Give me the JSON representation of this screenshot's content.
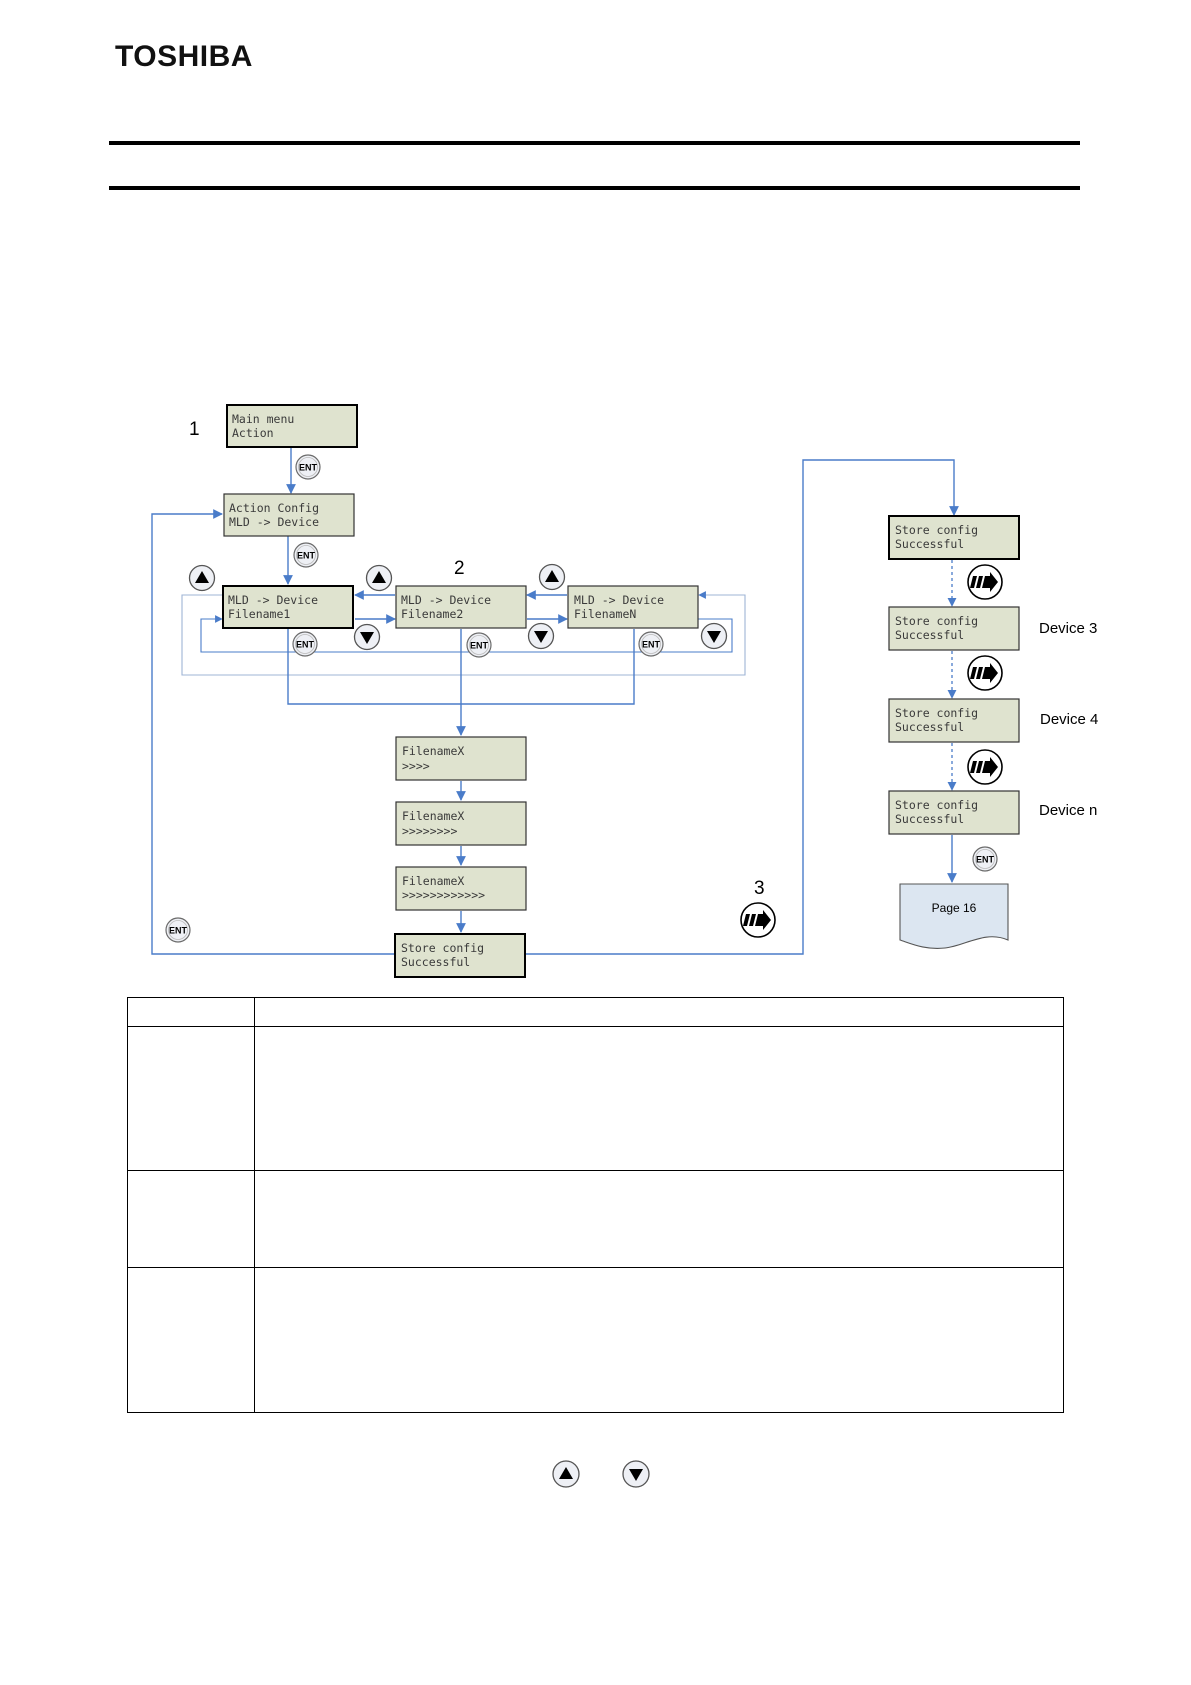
{
  "header": {
    "brand": "TOSHIBA"
  },
  "diagram": {
    "step_numbers": [
      "1",
      "2",
      "3"
    ],
    "screens": {
      "main_menu": [
        "Main menu",
        "Action"
      ],
      "action_config": [
        "Action Config",
        "MLD -> Device"
      ],
      "file1": [
        "MLD -> Device",
        "Filename1"
      ],
      "file2": [
        "MLD -> Device",
        "Filename2"
      ],
      "fileN": [
        "MLD -> Device",
        "FilenameN"
      ],
      "progress1": [
        "FilenameX",
        ">>>>"
      ],
      "progress2": [
        "FilenameX",
        ">>>>>>>>"
      ],
      "progress3": [
        "FilenameX",
        ">>>>>>>>>>>>"
      ],
      "store_main": [
        "Store config",
        "Successful"
      ],
      "store_r1": [
        "Store config",
        "Successful"
      ],
      "store_r2": [
        "Store config",
        "Successful"
      ],
      "store_r3": [
        "Store config",
        "Successful"
      ],
      "store_r4": [
        "Store config",
        "Successful"
      ]
    },
    "device_labels": [
      "Device 3",
      "Device 4",
      "Device n"
    ],
    "enter_key_label": "ENT",
    "page_ref": "Page 16"
  },
  "table": {
    "rows": [
      {
        "step": "",
        "description": ""
      },
      {
        "step": "",
        "description": ""
      },
      {
        "step": "",
        "description": ""
      },
      {
        "step": "",
        "description": ""
      }
    ]
  },
  "colors": {
    "lcd_fill": "#dfe3cf",
    "arrow_blue": "#4a7cc9",
    "page_fill": "#dce6f1"
  },
  "icons": [
    "up-arrow-key-icon",
    "down-arrow-key-icon",
    "enter-key-icon",
    "next-device-key-icon",
    "page-reference-icon"
  ]
}
